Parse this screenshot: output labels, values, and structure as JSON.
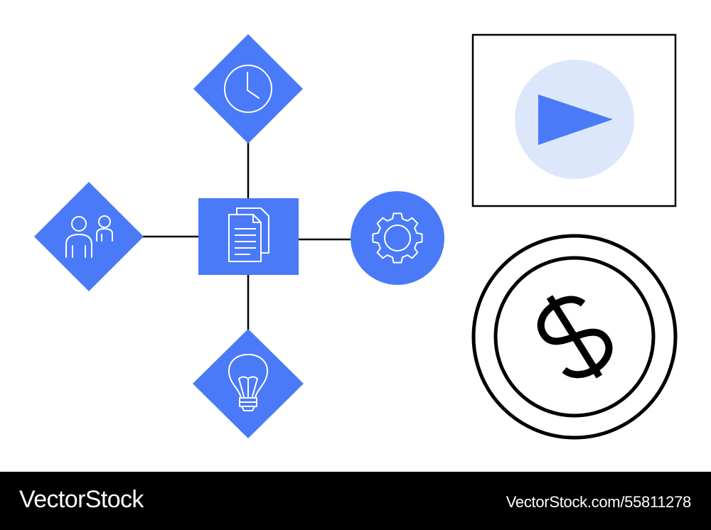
{
  "colors": {
    "accent": "#4a7af7",
    "play_circle": "#dde7fb",
    "line": "#000000",
    "footer_bg": "#000000",
    "footer_text": "#ffffff"
  },
  "diagram": {
    "center": {
      "icon": "document-icon"
    },
    "nodes": [
      {
        "id": "top",
        "shape": "diamond",
        "icon": "clock-icon"
      },
      {
        "id": "left",
        "shape": "diamond",
        "icon": "users-icon"
      },
      {
        "id": "right",
        "shape": "circle",
        "icon": "gear-icon"
      },
      {
        "id": "bottom",
        "shape": "diamond",
        "icon": "lightbulb-icon"
      }
    ]
  },
  "side_icons": [
    {
      "id": "video",
      "icon": "play-icon"
    },
    {
      "id": "coin",
      "icon": "dollar-icon"
    }
  ],
  "footer": {
    "brand": "VectorStock",
    "image_id": "VectorStock.com/55811278"
  }
}
